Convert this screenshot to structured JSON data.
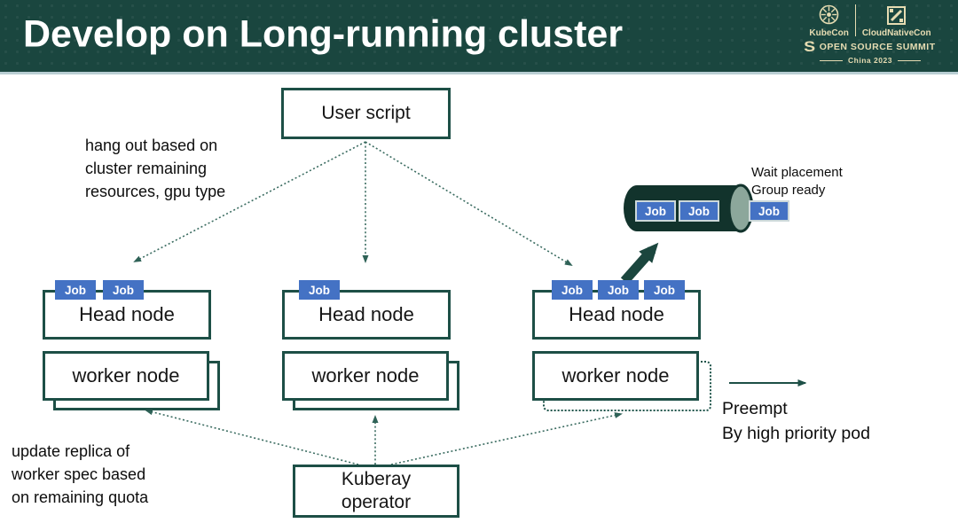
{
  "colors": {
    "header_bg": "#1a463f",
    "accent_teal": "#1d4f46",
    "job_blue": "#4472c4",
    "cylinder_body": "#12332c",
    "cylinder_end": "#8ca79b",
    "logo_cream": "#e6dcb2",
    "header_underline": "#b9ced3",
    "dotted_arrow": "#3b6c61"
  },
  "header": {
    "title": "Develop on Long-running cluster",
    "logos": {
      "kubecon_label": "KubeCon",
      "cloudnativecon_label": "CloudNativeCon",
      "summit_s": "S",
      "summit_label": "OPEN SOURCE SUMMIT",
      "event_label": "China 2023",
      "icons": {
        "kubecon": "kubecon-wheel-icon",
        "cloudnativecon": "cloudnativecon-square-icon",
        "summit": "open-source-summit-s-icon"
      }
    }
  },
  "diagram": {
    "user_script_label": "User script",
    "note_top_left": "hang out based on\ncluster remaining\nresources, gpu type",
    "note_bottom_left": "update replica of\nworker spec based\non remaining quota",
    "wait_note": "Wait placement\nGroup ready",
    "preempt_note": "Preempt\nBy high priority pod",
    "kuberay_label": "Kuberay\noperator",
    "clusters": [
      {
        "head_label": "Head node",
        "worker_label": "worker node",
        "jobs": [
          "Job",
          "Job"
        ]
      },
      {
        "head_label": "Head node",
        "worker_label": "worker node",
        "jobs": [
          "Job"
        ]
      },
      {
        "head_label": "Head node",
        "worker_label": "worker node",
        "jobs": [
          "Job",
          "Job",
          "Job"
        ]
      }
    ],
    "placement_queue": {
      "jobs_inside": [
        "Job",
        "Job"
      ],
      "waiting_job": "Job"
    }
  }
}
